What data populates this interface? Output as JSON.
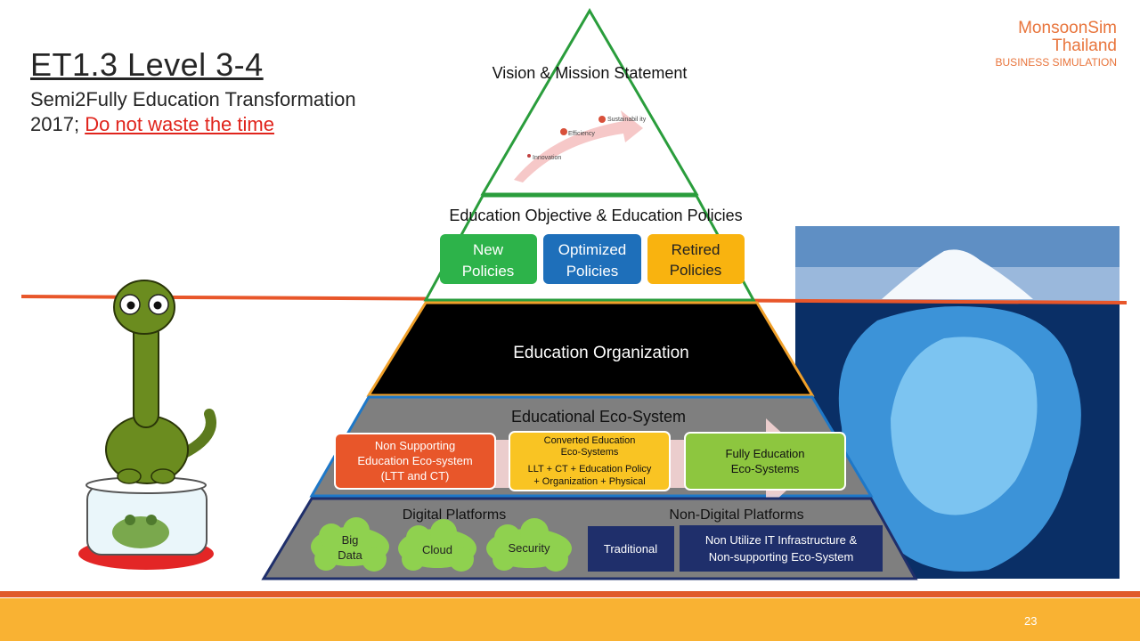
{
  "title": "ET1.3 Level 3-4",
  "subtitle_line1": "Semi2Fully Education Transformation",
  "subtitle_year": "2017;",
  "subtitle_warning": "Do not waste the time",
  "brand": {
    "name": "MonsoonSim",
    "country": "Thailand",
    "tagline": "BUSINESS SIMULATION"
  },
  "pyramid": {
    "level1": {
      "title": "Vision & Mission Statement",
      "arrow_steps": [
        "Innovation",
        "Efficiency",
        "Sustainabil ity"
      ]
    },
    "level2": {
      "title": "Education Objective & Education Policies",
      "boxes": [
        {
          "label_line1": "New",
          "label_line2": "Policies"
        },
        {
          "label_line1": "Optimized",
          "label_line2": "Policies"
        },
        {
          "label_line1": "Retired",
          "label_line2": "Policies"
        }
      ]
    },
    "level3": {
      "title": "Education Organization"
    },
    "level4": {
      "title": "Educational Eco-System",
      "boxes": [
        {
          "line1": "Non Supporting",
          "line2": "Education Eco-system",
          "line3": "(LTT and CT)"
        },
        {
          "line1": "Converted Education",
          "line2": "Eco-Systems",
          "line3": "LLT + CT + Education Policy",
          "line4": "+ Organization + Physical"
        },
        {
          "line1": "Fully Education",
          "line2": "Eco-Systems"
        }
      ]
    },
    "level5": {
      "digital_title": "Digital Platforms",
      "non_digital_title": "Non-Digital Platforms",
      "clouds": [
        {
          "line1": "Big",
          "line2": "Data"
        },
        {
          "line1": "Cloud"
        },
        {
          "line1": "Security"
        }
      ],
      "traditional": "Traditional",
      "non_utilize_line1": "Non Utilize IT Infrastructure &",
      "non_utilize_line2": "Non-supporting Eco-System"
    }
  },
  "page_number": "23",
  "colors": {
    "green": "#2db34a",
    "blue": "#1e6fba",
    "yellow": "#f9b30f",
    "red_orange": "#e8562a",
    "navy": "#1f2f6b",
    "cloud": "#8fd14f"
  }
}
